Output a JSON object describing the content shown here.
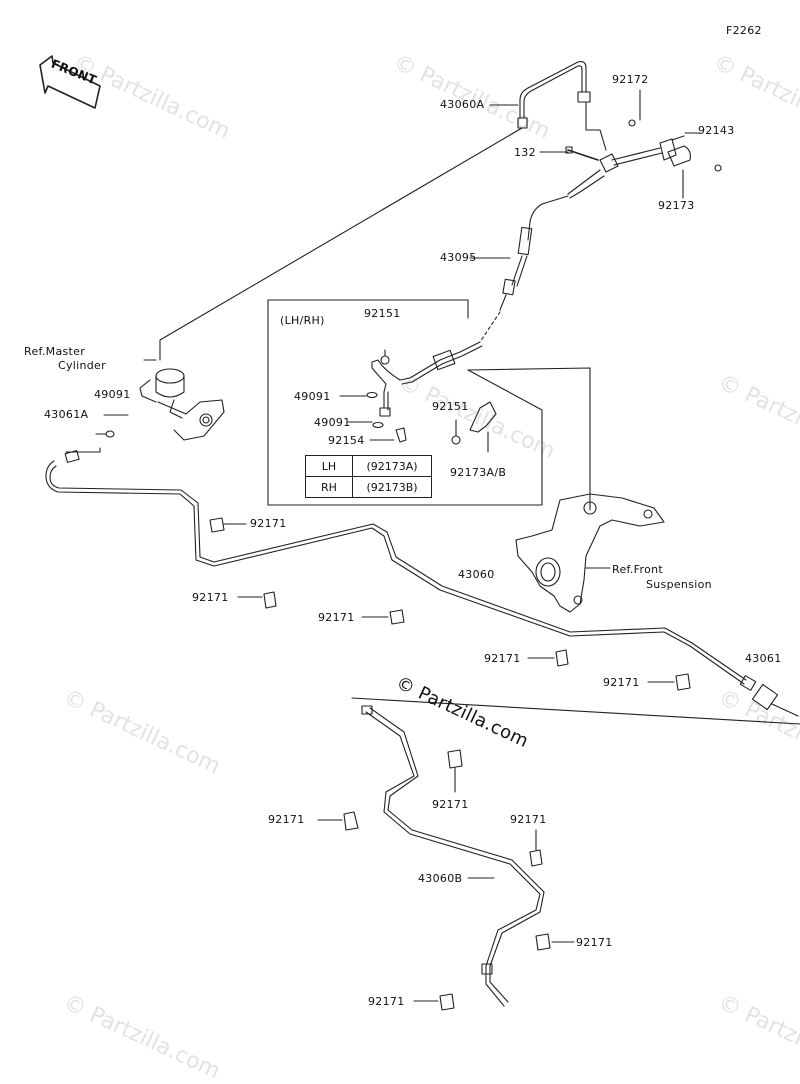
{
  "figure_code": "F2262",
  "watermark": "© Partzilla.com",
  "front_label": "FRONT",
  "subassembly": {
    "title": "(LH/RH)"
  },
  "side_table": {
    "rows": [
      {
        "side": "LH",
        "part": "(92173A)"
      },
      {
        "side": "RH",
        "part": "(92173B)"
      }
    ]
  },
  "labels": {
    "43060A": "43060A",
    "92172": "92172",
    "92143": "92143",
    "132": "132",
    "92173": "92173",
    "43095": "43095",
    "ref_master_1": "Ref.Master",
    "ref_master_2": "Cylinder",
    "49091_left": "49091",
    "43061A": "43061A",
    "92151_top": "92151",
    "49091_a": "49091",
    "49091_b": "49091",
    "92154": "92154",
    "92151_right": "92151",
    "92173AB": "92173A/B",
    "92171_a": "92171",
    "92171_b": "92171",
    "92171_c": "92171",
    "43060": "43060",
    "ref_front_1": "Ref.Front",
    "ref_front_2": "Suspension",
    "92171_d": "92171",
    "43061": "43061",
    "92171_e": "92171",
    "92171_f": "92171",
    "92171_g": "92171",
    "92171_h": "92171",
    "43060B": "43060B",
    "92171_i": "92171",
    "92171_j": "92171"
  }
}
